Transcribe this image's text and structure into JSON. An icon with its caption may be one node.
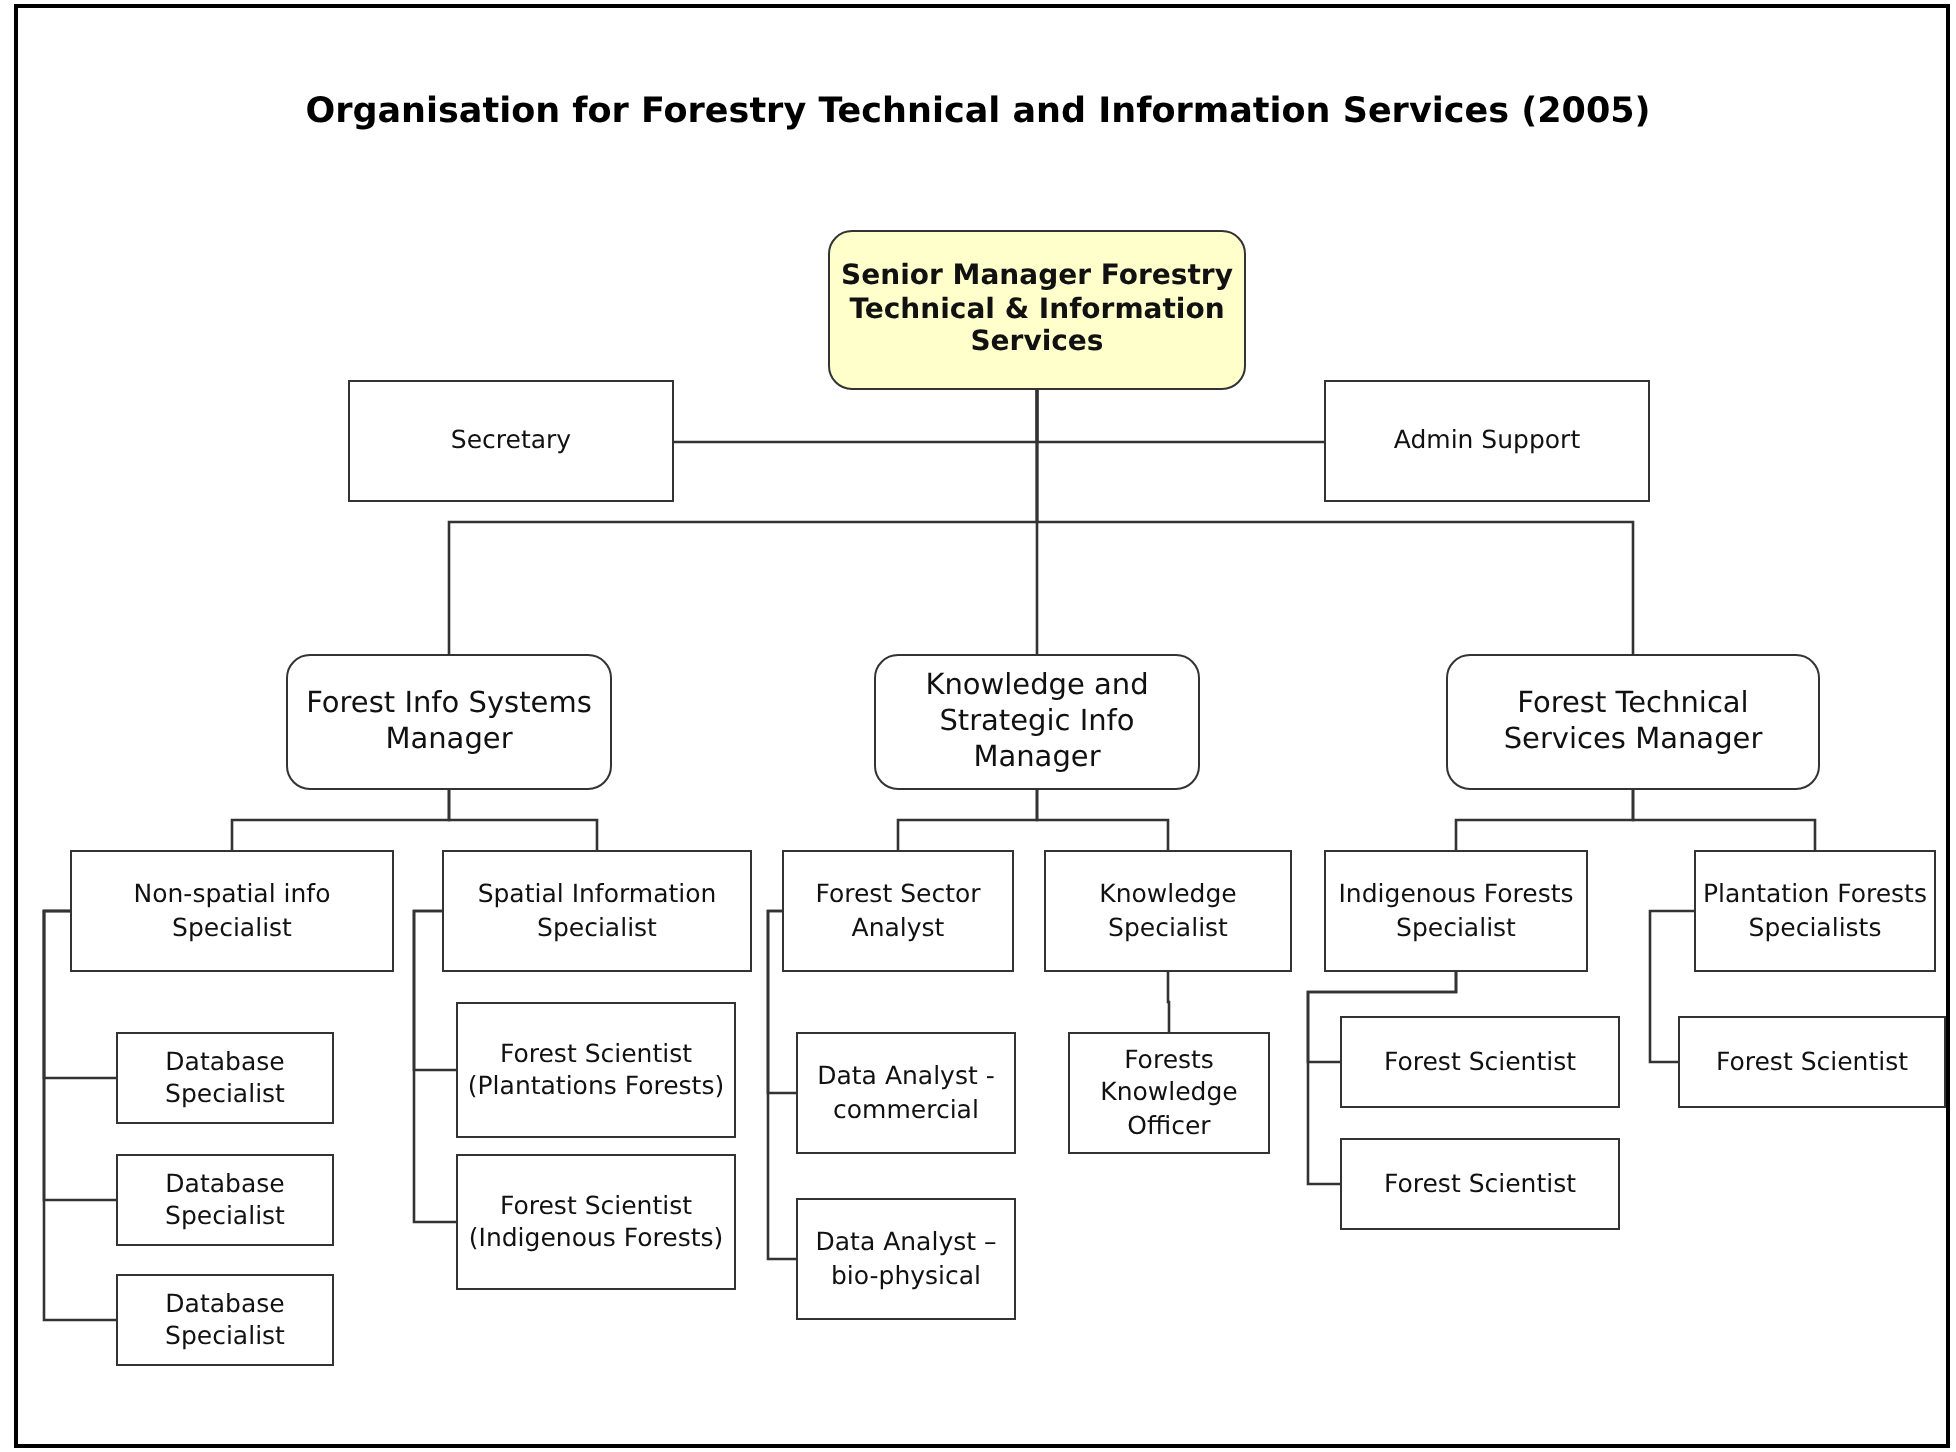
{
  "diagram": {
    "title": "Organisation for Forestry Technical and Information Services (2005)",
    "nodes": [
      {
        "text": [
          "Senior Manager Forestry Technical & Information Services"
        ]
      },
      {
        "text": [
          "Secretary"
        ]
      },
      {
        "text": [
          "Admin Support"
        ]
      },
      {
        "text": [
          "Forest Info Systems Manager"
        ]
      },
      {
        "text": [
          "Knowledge and Strategic Info Manager"
        ]
      },
      {
        "text": [
          "Forest Technical Services Manager"
        ]
      },
      {
        "text": [
          "Non-spatial info Specialist"
        ]
      },
      {
        "text": [
          "Spatial Information Specialist"
        ]
      },
      {
        "text": [
          "Forest Sector Analyst"
        ]
      },
      {
        "text": [
          "Knowledge Specialist"
        ]
      },
      {
        "text": [
          "Indigenous Forests Specialist"
        ]
      },
      {
        "text": [
          "Plantation Forests Specialists"
        ]
      },
      {
        "text": [
          "Database Specialist"
        ]
      },
      {
        "text": [
          "Database Specialist"
        ]
      },
      {
        "text": [
          "Database Specialist"
        ]
      },
      {
        "text": [
          "Forest Scientist (Plantations Forests)"
        ]
      },
      {
        "text": [
          "Forest Scientist (Indigenous Forests)"
        ]
      },
      {
        "text": [
          "Data Analyst - commercial"
        ]
      },
      {
        "text": [
          "Data Analyst – bio-physical"
        ]
      },
      {
        "text": [
          "Forests Knowledge Officer"
        ]
      },
      {
        "text": [
          "Forest Scientist"
        ]
      },
      {
        "text": [
          "Forest Scientist"
        ]
      },
      {
        "text": [
          "Forest Scientist"
        ]
      }
    ],
    "edges": [
      {
        "from": 0,
        "to": 1,
        "arrow": "none"
      },
      {
        "from": 0,
        "to": 2,
        "arrow": "none"
      },
      {
        "from": 0,
        "to": 3,
        "arrow": "none"
      },
      {
        "from": 0,
        "to": 4,
        "arrow": "none"
      },
      {
        "from": 0,
        "to": 5,
        "arrow": "none"
      },
      {
        "from": 3,
        "to": 6,
        "arrow": "none"
      },
      {
        "from": 3,
        "to": 7,
        "arrow": "none"
      },
      {
        "from": 4,
        "to": 8,
        "arrow": "none"
      },
      {
        "from": 4,
        "to": 9,
        "arrow": "none"
      },
      {
        "from": 5,
        "to": 10,
        "arrow": "none"
      },
      {
        "from": 5,
        "to": 11,
        "arrow": "none"
      },
      {
        "from": 6,
        "to": 12,
        "arrow": "none"
      },
      {
        "from": 6,
        "to": 13,
        "arrow": "none"
      },
      {
        "from": 6,
        "to": 14,
        "arrow": "none"
      },
      {
        "from": 7,
        "to": 15,
        "arrow": "none"
      },
      {
        "from": 7,
        "to": 16,
        "arrow": "none"
      },
      {
        "from": 8,
        "to": 17,
        "arrow": "none"
      },
      {
        "from": 8,
        "to": 18,
        "arrow": "none"
      },
      {
        "from": 9,
        "to": 19,
        "arrow": "none"
      },
      {
        "from": 10,
        "to": 20,
        "arrow": "none"
      },
      {
        "from": 10,
        "to": 21,
        "arrow": "none"
      },
      {
        "from": 11,
        "to": 22,
        "arrow": "none"
      }
    ]
  }
}
